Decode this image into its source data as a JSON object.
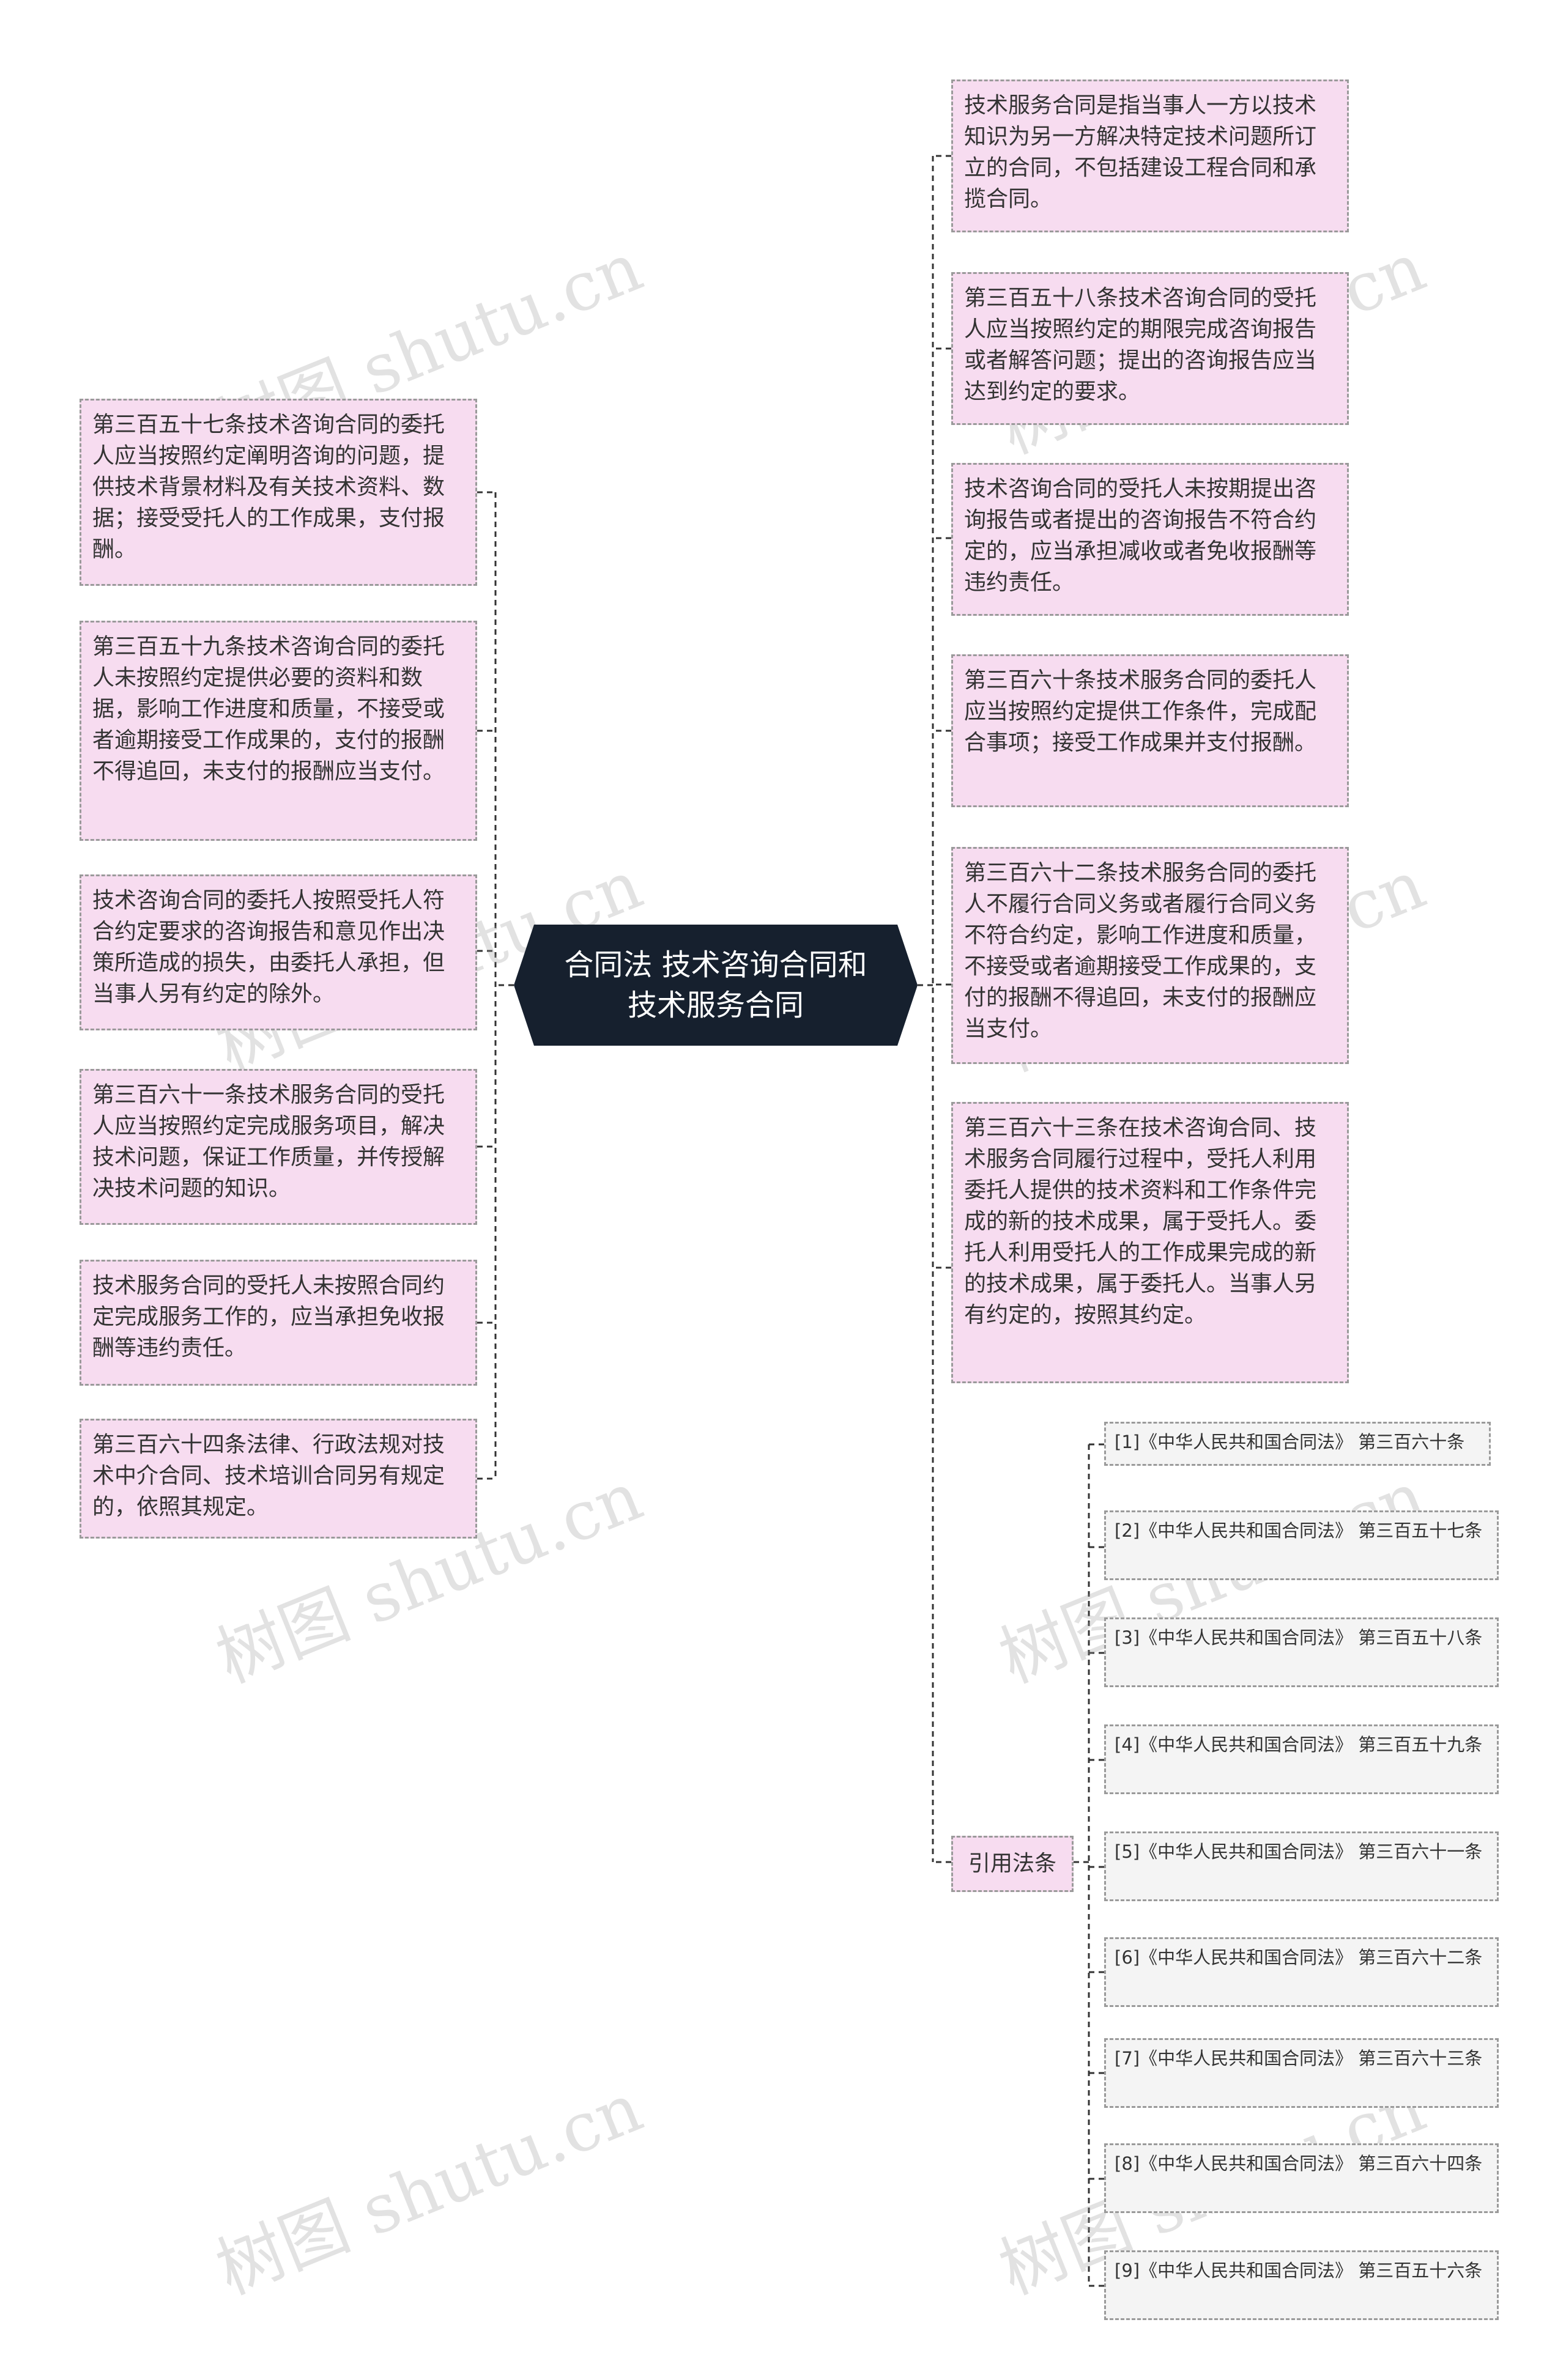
{
  "root": {
    "title": "合同法 技术咨询合同和技术服务合同"
  },
  "left_nodes": [
    "第三百五十七条技术咨询合同的委托人应当按照约定阐明咨询的问题，提供技术背景材料及有关技术资料、数据；接受受托人的工作成果，支付报酬。",
    "第三百五十九条技术咨询合同的委托人未按照约定提供必要的资料和数据，影响工作进度和质量，不接受或者逾期接受工作成果的，支付的报酬不得追回，未支付的报酬应当支付。",
    "技术咨询合同的委托人按照受托人符合约定要求的咨询报告和意见作出决策所造成的损失，由委托人承担，但当事人另有约定的除外。",
    "第三百六十一条技术服务合同的受托人应当按照约定完成服务项目，解决技术问题，保证工作质量，并传授解决技术问题的知识。",
    "技术服务合同的受托人未按照合同约定完成服务工作的，应当承担免收报酬等违约责任。",
    "第三百六十四条法律、行政法规对技术中介合同、技术培训合同另有规定的，依照其规定。"
  ],
  "right_nodes": [
    "技术服务合同是指当事人一方以技术知识为另一方解决特定技术问题所订立的合同，不包括建设工程合同和承揽合同。",
    "第三百五十八条技术咨询合同的受托人应当按照约定的期限完成咨询报告或者解答问题；提出的咨询报告应当达到约定的要求。",
    "技术咨询合同的受托人未按期提出咨询报告或者提出的咨询报告不符合约定的，应当承担减收或者免收报酬等违约责任。",
    "第三百六十条技术服务合同的委托人应当按照约定提供工作条件，完成配合事项；接受工作成果并支付报酬。",
    "第三百六十二条技术服务合同的委托人不履行合同义务或者履行合同义务不符合约定，影响工作进度和质量，不接受或者逾期接受工作成果的，支付的报酬不得追回，未支付的报酬应当支付。",
    "第三百六十三条在技术咨询合同、技术服务合同履行过程中，受托人利用委托人提供的技术资料和工作条件完成的新的技术成果，属于受托人。委托人利用受托人的工作成果完成的新的技术成果，属于委托人。当事人另有约定的，按照其约定。"
  ],
  "citation_label": "引用法条",
  "citations": [
    "[1]《中华人民共和国合同法》 第三百六十条",
    "[2]《中华人民共和国合同法》 第三百五十七条",
    "[3]《中华人民共和国合同法》 第三百五十八条",
    "[4]《中华人民共和国合同法》 第三百五十九条",
    "[5]《中华人民共和国合同法》 第三百六十一条",
    "[6]《中华人民共和国合同法》 第三百六十二条",
    "[7]《中华人民共和国合同法》 第三百六十三条",
    "[8]《中华人民共和国合同法》 第三百六十四条",
    "[9]《中华人民共和国合同法》 第三百五十六条"
  ],
  "watermark": "树图 shutu.cn",
  "colors": {
    "root_bg": "#16202e",
    "node_bg": "#f7dcf0",
    "ref_bg": "#f4f4f4",
    "border": "#9a9a9a",
    "line": "#333333"
  }
}
